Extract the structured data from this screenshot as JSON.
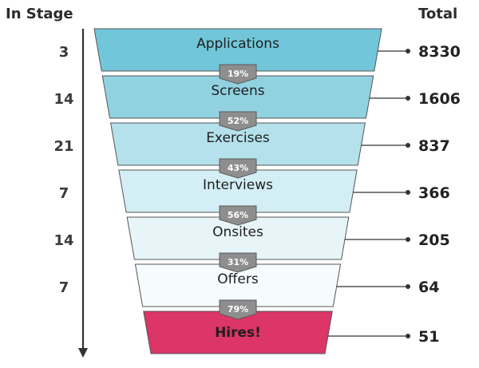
{
  "chart_data": {
    "type": "funnel",
    "column_headers": {
      "in_stage": "In Stage",
      "total": "Total"
    },
    "stages": [
      {
        "name": "Applications",
        "in_stage": "3",
        "total": 8330,
        "color": "#72c6d9"
      },
      {
        "name": "Screens",
        "in_stage": "14",
        "total": 1606,
        "color": "#91d2e1"
      },
      {
        "name": "Exercises",
        "in_stage": "21",
        "total": 837,
        "color": "#b4e1eb"
      },
      {
        "name": "Interviews",
        "in_stage": "7",
        "total": 366,
        "color": "#d4eef5"
      },
      {
        "name": "Onsites",
        "in_stage": "14",
        "total": 205,
        "color": "#e7f5f9"
      },
      {
        "name": "Offers",
        "in_stage": "7",
        "total": 64,
        "color": "#f6fbfd"
      },
      {
        "name": "Hires!",
        "in_stage": "",
        "total": 51,
        "color": "#dc3567"
      }
    ],
    "conversions": [
      "19%",
      "52%",
      "43%",
      "56%",
      "31%",
      "79%"
    ]
  },
  "colors": {
    "outline": "#555555",
    "badge": "#8e8e8e",
    "arrow": "#333333"
  }
}
